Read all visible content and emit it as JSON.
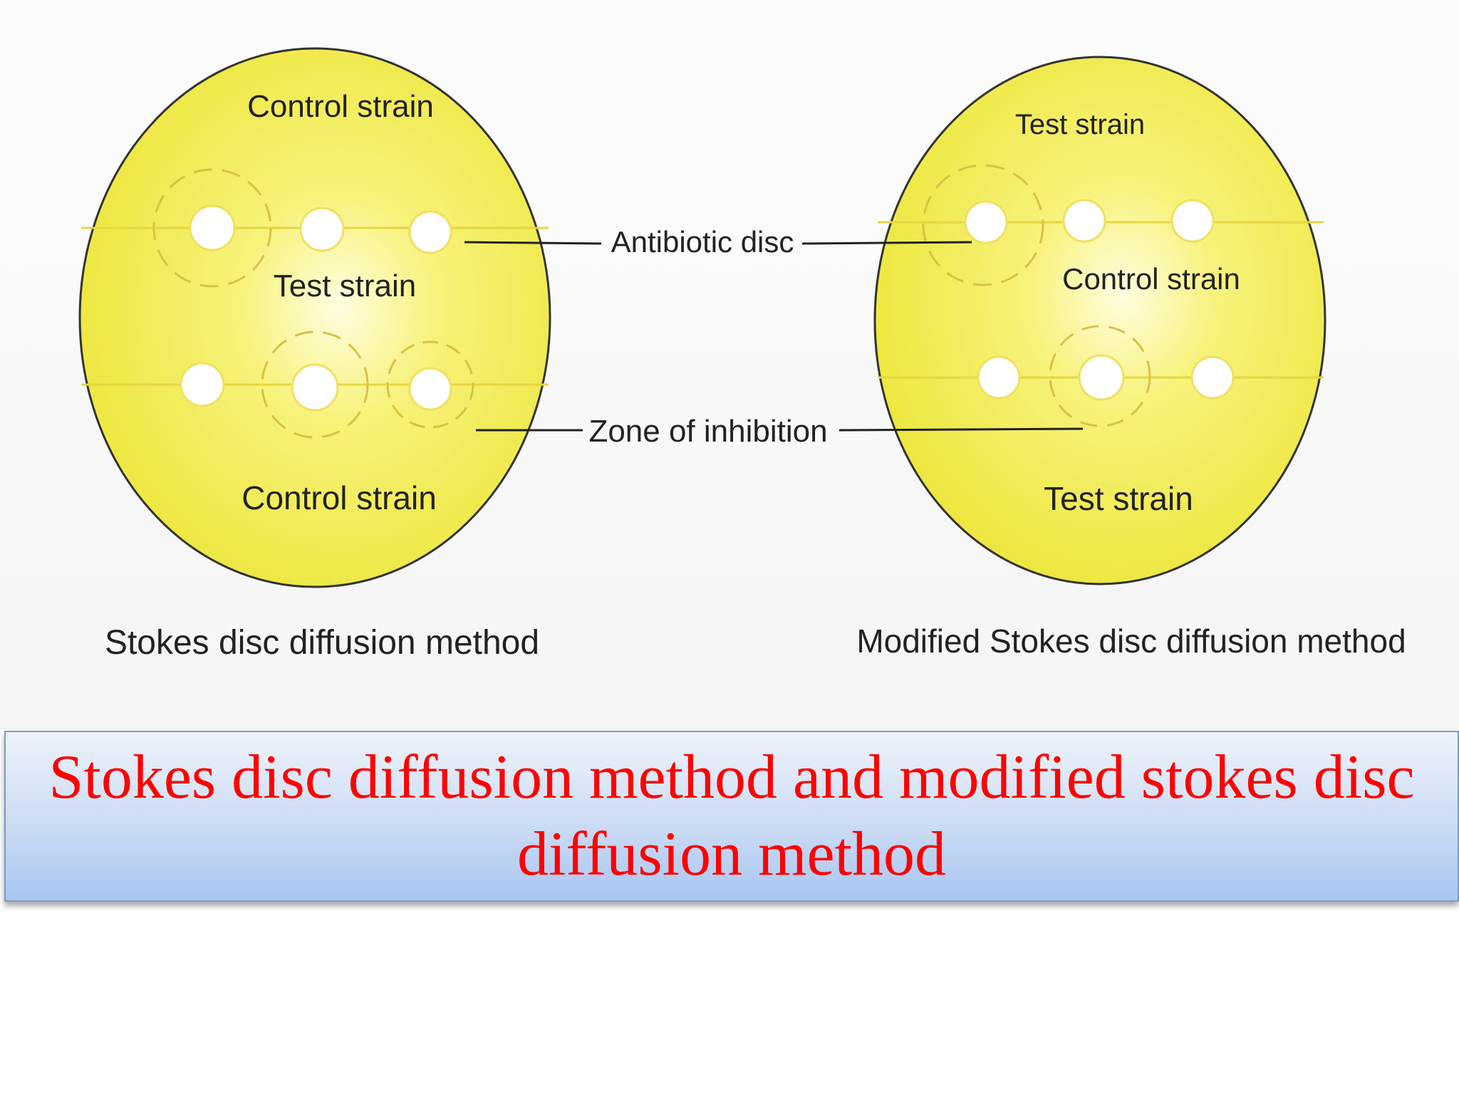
{
  "diagram": {
    "left_plate": {
      "top_label": "Control strain",
      "middle_label": "Test strain",
      "bottom_label": "Control strain",
      "caption": "Stokes disc diffusion method"
    },
    "right_plate": {
      "top_label": "Test strain",
      "middle_label": "Control strain",
      "bottom_label": "Test strain",
      "caption": "Modified Stokes disc diffusion method"
    },
    "callouts": {
      "antibiotic_disc": "Antibiotic disc",
      "zone_of_inhibition": "Zone of inhibition"
    },
    "colors": {
      "agar": "#f0ec4a",
      "agar_highlight": "#fffde0",
      "zone_ring": "#d6c246",
      "disc": "#ffffff",
      "outline": "#333333"
    }
  },
  "caption_box": {
    "title": "Stokes disc diffusion method and modified stokes disc diffusion method",
    "color": "#ff0000"
  }
}
